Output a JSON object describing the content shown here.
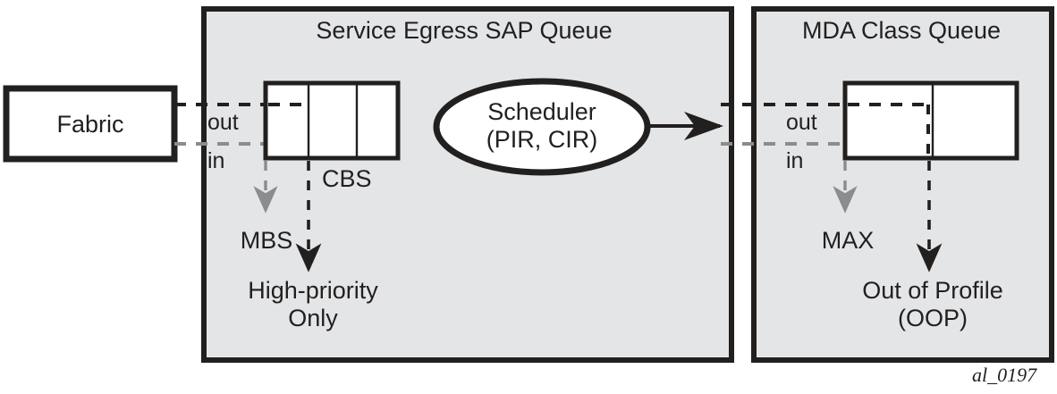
{
  "figure": {
    "caption": "al_0197",
    "colors": {
      "panel_fill": "#e4e5e7",
      "stroke_dark": "#221f1f",
      "stroke_gray": "#8a8c8e",
      "box_fill": "#ffffff"
    }
  },
  "fabric": {
    "label": "Fabric"
  },
  "left_panel": {
    "title": "Service Egress SAP Queue",
    "out_label": "out",
    "in_label": "in",
    "queue_segments": 3,
    "annotations": {
      "cbs": "CBS",
      "mbs": "MBS",
      "high_priority_line1": "High-priority",
      "high_priority_line2": "Only"
    }
  },
  "scheduler": {
    "line1": "Scheduler",
    "line2": "(PIR, CIR)"
  },
  "right_panel": {
    "title": "MDA Class Queue",
    "out_label": "out",
    "in_label": "in",
    "queue_segments": 2,
    "annotations": {
      "max": "MAX",
      "oop_line1": "Out of Profile",
      "oop_line2": "(OOP)"
    }
  }
}
